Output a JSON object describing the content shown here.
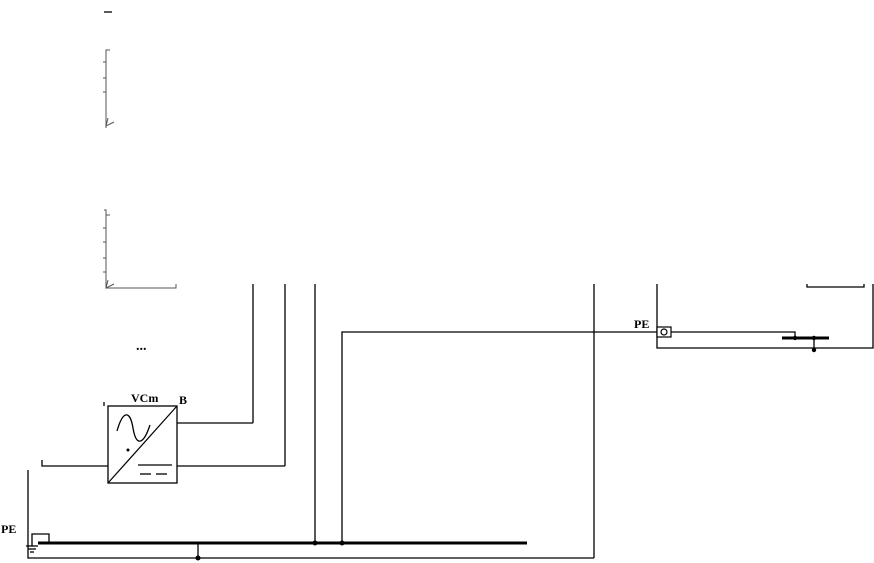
{
  "labels": {
    "converter_name": "VCm",
    "converter_port": "B",
    "pe_left": "PE",
    "pe_right": "PE",
    "ellipsis": "..."
  },
  "icons": {
    "converter": "ac-dc-converter-icon",
    "ground": "ground-icon",
    "terminal": "pe-terminal-icon"
  },
  "colors": {
    "stroke": "#000000",
    "background": "#ffffff"
  }
}
